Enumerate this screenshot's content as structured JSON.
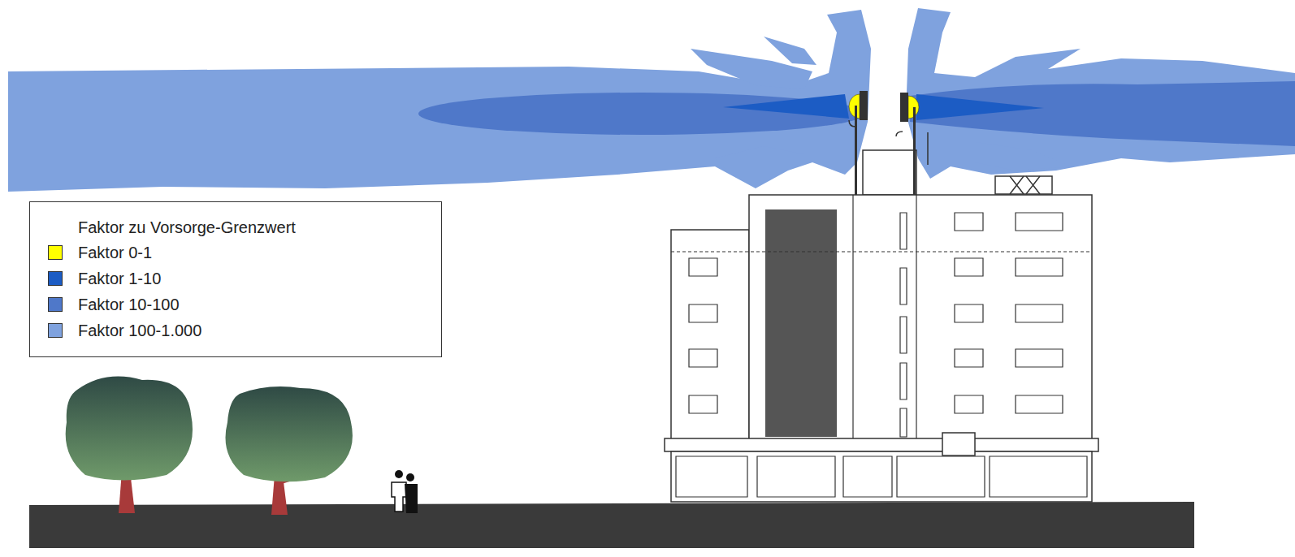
{
  "diagram": {
    "labels": [
      "Faktor zu Vorsorge-Grenzwert"
    ],
    "legend": [
      {
        "text": "Faktor 0-1",
        "color": "#ffff00"
      },
      {
        "text": "Faktor 1-10",
        "color": "#1c5cc4"
      },
      {
        "text": "Faktor 10-100",
        "color": "#4f78c9"
      },
      {
        "text": "Faktor 100-1.000",
        "color": "#7fa2de"
      }
    ]
  }
}
